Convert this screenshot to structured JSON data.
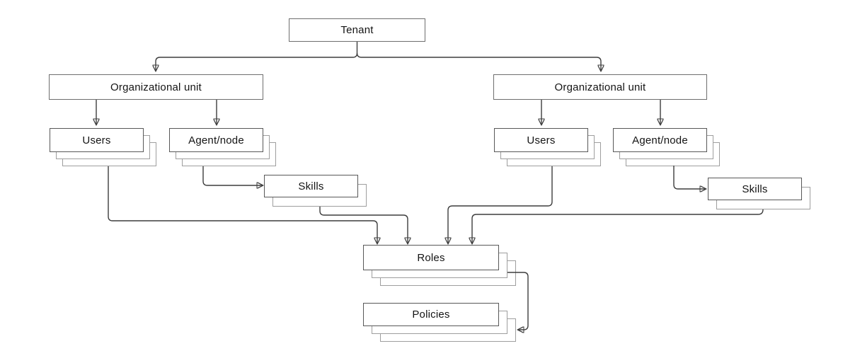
{
  "diagram": {
    "nodes": {
      "tenant": {
        "label": "Tenant",
        "stacked": false
      },
      "org_unit_left": {
        "label": "Organizational unit",
        "stacked": false
      },
      "org_unit_right": {
        "label": "Organizational unit",
        "stacked": false
      },
      "users_left": {
        "label": "Users",
        "stacked": true
      },
      "agent_node_left": {
        "label": "Agent/node",
        "stacked": true
      },
      "skills_left": {
        "label": "Skills",
        "stacked": true
      },
      "users_right": {
        "label": "Users",
        "stacked": true
      },
      "agent_node_right": {
        "label": "Agent/node",
        "stacked": true
      },
      "skills_right": {
        "label": "Skills",
        "stacked": true
      },
      "roles": {
        "label": "Roles",
        "stacked": true
      },
      "policies": {
        "label": "Policies",
        "stacked": true
      }
    },
    "edges": [
      {
        "from": "tenant",
        "to": "org_unit_left"
      },
      {
        "from": "tenant",
        "to": "org_unit_right"
      },
      {
        "from": "org_unit_left",
        "to": "users_left"
      },
      {
        "from": "org_unit_left",
        "to": "agent_node_left"
      },
      {
        "from": "agent_node_left",
        "to": "skills_left"
      },
      {
        "from": "org_unit_right",
        "to": "users_right"
      },
      {
        "from": "org_unit_right",
        "to": "agent_node_right"
      },
      {
        "from": "agent_node_right",
        "to": "skills_right"
      },
      {
        "from": "users_left",
        "to": "roles"
      },
      {
        "from": "skills_left",
        "to": "roles"
      },
      {
        "from": "users_right",
        "to": "roles"
      },
      {
        "from": "skills_right",
        "to": "roles"
      },
      {
        "from": "roles",
        "to": "policies"
      }
    ],
    "colors": {
      "background": "#ffffff",
      "box_border": "#585858",
      "stack_shadow_border": "#9e9e9e",
      "connector": "#3d3d3d",
      "text": "#141414"
    }
  }
}
